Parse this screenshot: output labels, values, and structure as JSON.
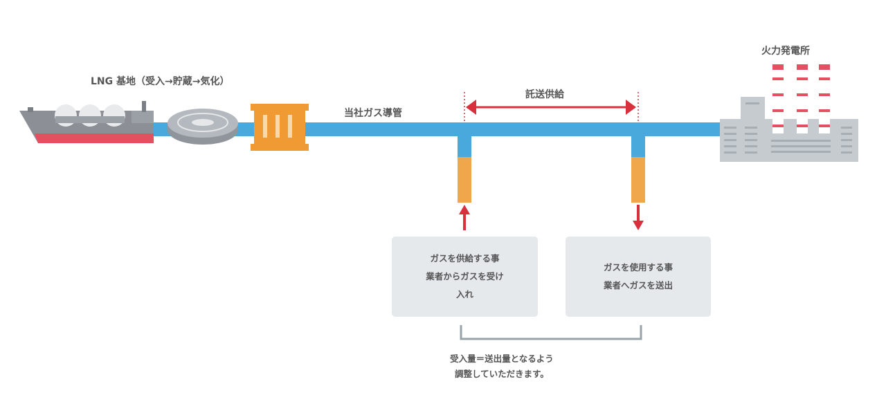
{
  "labels": {
    "lng_base": "LNG 基地（受入→貯蔵→気化）",
    "company_pipeline": "当社ガス導管",
    "consignment_supply": "託送供給",
    "power_plant": "火力発電所"
  },
  "boxes": {
    "receive": "ガスを供給する事\n業者からガスを受け\n入れ",
    "send": "ガスを使用する事\n業者へガスを送出"
  },
  "note": {
    "line1": "受入量＝送出量となるよう",
    "line2": "調整していただきます。"
  },
  "colors": {
    "pipe": "#4aa9dc",
    "branch": "#f0a64a",
    "arrow": "#d8303d",
    "vaporizer": "#f09a33",
    "ship_hull": "#8c9096",
    "ship_stripe": "#e55060",
    "tank": "#9aa0a6",
    "building": "#c6cbd0",
    "box_bg": "#e6e9ec",
    "bracket": "#9aa3aa"
  }
}
